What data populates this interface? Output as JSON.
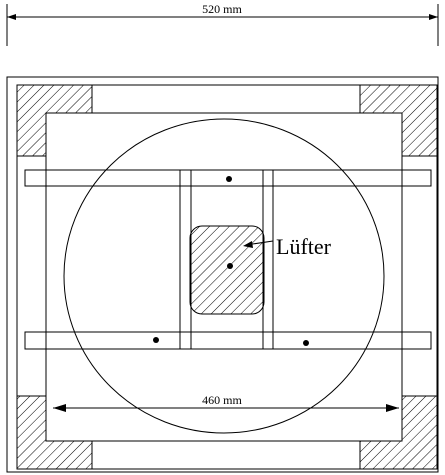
{
  "dimensions": {
    "outer_width_label": "520 mm",
    "inner_width_label": "460 mm"
  },
  "labels": {
    "fan": "Lüfter"
  },
  "colors": {
    "line": "#000000",
    "background": "#ffffff"
  }
}
